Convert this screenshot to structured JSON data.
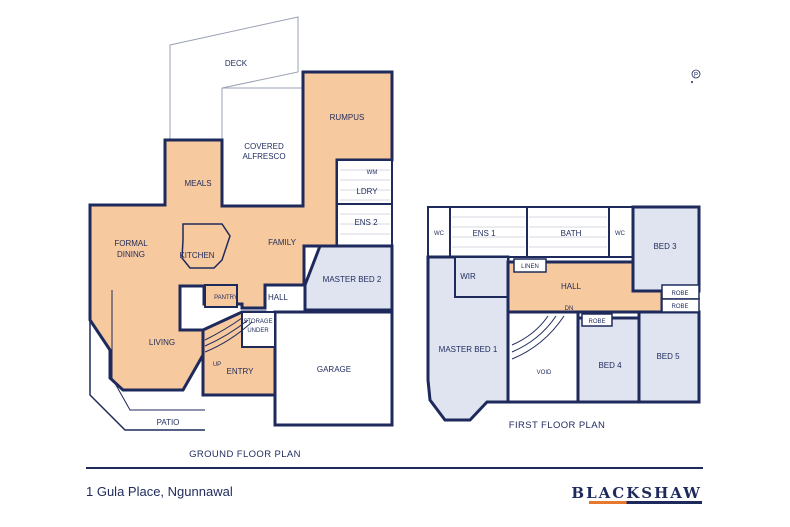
{
  "colors": {
    "wall": "#1f2a5c",
    "living_fill": "#f6c99e",
    "bed_fill": "#dfe4f0",
    "wet_fill": "#ffffff",
    "accent": "#e8782e"
  },
  "ground_floor": {
    "caption": "GROUND FLOOR PLAN",
    "rooms": {
      "deck": "DECK",
      "rumpus": "RUMPUS",
      "covered": "COVERED",
      "alfresco": "ALFRESCO",
      "meals": "MEALS",
      "wm": "WM",
      "ldry": "LDRY",
      "ens2": "ENS 2",
      "formal": "FORMAL",
      "dining": "DINING",
      "kitchen": "KITCHEN",
      "family": "FAMILY",
      "master_bed_2": "MASTER BED 2",
      "pantry": "PANTRY",
      "hall": "HALL",
      "storage": "STORAGE",
      "under": "UNDER",
      "living": "LIVING",
      "up": "UP",
      "entry": "ENTRY",
      "garage": "GARAGE",
      "patio": "PATIO"
    }
  },
  "first_floor": {
    "caption": "FIRST FLOOR PLAN",
    "rooms": {
      "wc1": "WC",
      "ens1": "ENS 1",
      "bath": "BATH",
      "wc2": "WC",
      "bed3": "BED 3",
      "linen": "LINEN",
      "hall": "HALL",
      "wir": "WIR",
      "robe1": "ROBE",
      "robe2": "ROBE",
      "dn": "DN",
      "robe3": "ROBE",
      "master_bed_1": "MASTER BED 1",
      "bed4": "BED 4",
      "bed5": "BED 5",
      "void": "VOID"
    }
  },
  "footer": {
    "address": "1 Gula Place, Ngunnawal",
    "brand": "BLACKSHAW"
  },
  "compass_label": "P"
}
